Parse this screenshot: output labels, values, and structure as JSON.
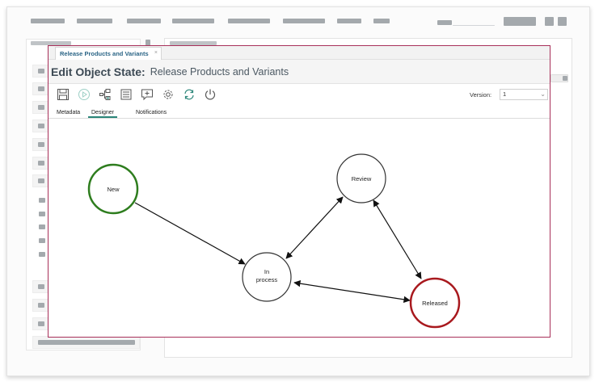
{
  "document_tab": {
    "label": "Release Products and Variants",
    "close_glyph": "×"
  },
  "title": {
    "main": "Edit Object State:",
    "sub": "Release Products and Variants"
  },
  "toolbar": {
    "icons": [
      "save-icon",
      "play-icon",
      "workflow-icon",
      "list-icon",
      "comment-icon",
      "settings-icon",
      "refresh-icon",
      "power-icon"
    ],
    "version_label": "Version:",
    "version_value": "1"
  },
  "subtabs": {
    "metadata": "Metadata",
    "designer": "Designer",
    "notifications": "Notifications",
    "active": "designer"
  },
  "diagram": {
    "nodes": {
      "new": {
        "label": "New",
        "color": "#2e7d1e"
      },
      "review": {
        "label": "Review",
        "color": "#333333"
      },
      "in_process": {
        "line1": "In",
        "line2": "process",
        "color": "#333333"
      },
      "released": {
        "label": "Released",
        "color": "#a8191e"
      }
    },
    "edges": [
      {
        "from": "new",
        "to": "in_process",
        "bidirectional": false
      },
      {
        "from": "in_process",
        "to": "review",
        "bidirectional": true
      },
      {
        "from": "review",
        "to": "released",
        "bidirectional": true
      },
      {
        "from": "in_process",
        "to": "released",
        "bidirectional": true
      }
    ]
  },
  "colors": {
    "dialog_border": "#a8305a",
    "accent": "#2a8578",
    "tab_text": "#2b6586"
  }
}
